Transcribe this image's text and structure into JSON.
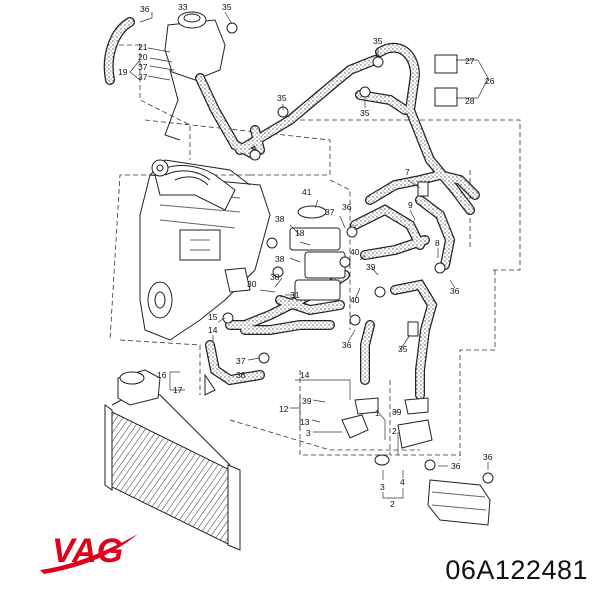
{
  "brand": {
    "name": "VAG",
    "color": "#e1001a"
  },
  "part_number": "06A122481",
  "callouts": [
    {
      "id": "c1",
      "text": "36"
    },
    {
      "id": "c2",
      "text": "33"
    },
    {
      "id": "c3",
      "text": "35"
    },
    {
      "id": "c4",
      "text": "21"
    },
    {
      "id": "c5",
      "text": "20"
    },
    {
      "id": "c6",
      "text": "37"
    },
    {
      "id": "c7",
      "text": "19"
    },
    {
      "id": "c8",
      "text": "37"
    },
    {
      "id": "c9",
      "text": "35"
    },
    {
      "id": "c10",
      "text": "27"
    },
    {
      "id": "c11",
      "text": "26"
    },
    {
      "id": "c12",
      "text": "28"
    },
    {
      "id": "c13",
      "text": "35"
    },
    {
      "id": "c14",
      "text": "35"
    },
    {
      "id": "c15",
      "text": "7"
    },
    {
      "id": "c16",
      "text": "41"
    },
    {
      "id": "c17",
      "text": "38"
    },
    {
      "id": "c18",
      "text": "37"
    },
    {
      "id": "c19",
      "text": "36"
    },
    {
      "id": "c20",
      "text": "9"
    },
    {
      "id": "c21",
      "text": "18"
    },
    {
      "id": "c22",
      "text": "38"
    },
    {
      "id": "c23",
      "text": "40"
    },
    {
      "id": "c24",
      "text": "39"
    },
    {
      "id": "c25",
      "text": "8"
    },
    {
      "id": "c26",
      "text": "30"
    },
    {
      "id": "c27",
      "text": "31"
    },
    {
      "id": "c28",
      "text": "36"
    },
    {
      "id": "c29",
      "text": "38"
    },
    {
      "id": "c30",
      "text": "40"
    },
    {
      "id": "c31",
      "text": "36"
    },
    {
      "id": "c32",
      "text": "15"
    },
    {
      "id": "c33",
      "text": "14"
    },
    {
      "id": "c34",
      "text": "37"
    },
    {
      "id": "c35",
      "text": "36"
    },
    {
      "id": "c36",
      "text": "35"
    },
    {
      "id": "c37",
      "text": "16"
    },
    {
      "id": "c38",
      "text": "17"
    },
    {
      "id": "c39",
      "text": "14"
    },
    {
      "id": "c40",
      "text": "39"
    },
    {
      "id": "c41",
      "text": "12"
    },
    {
      "id": "c42",
      "text": "13"
    },
    {
      "id": "c43",
      "text": "3"
    },
    {
      "id": "c44",
      "text": "1"
    },
    {
      "id": "c45",
      "text": "39"
    },
    {
      "id": "c46",
      "text": "2"
    },
    {
      "id": "c47",
      "text": "36"
    },
    {
      "id": "c48",
      "text": "36"
    },
    {
      "id": "c49",
      "text": "3"
    },
    {
      "id": "c50",
      "text": "4"
    },
    {
      "id": "c51",
      "text": "2"
    }
  ]
}
